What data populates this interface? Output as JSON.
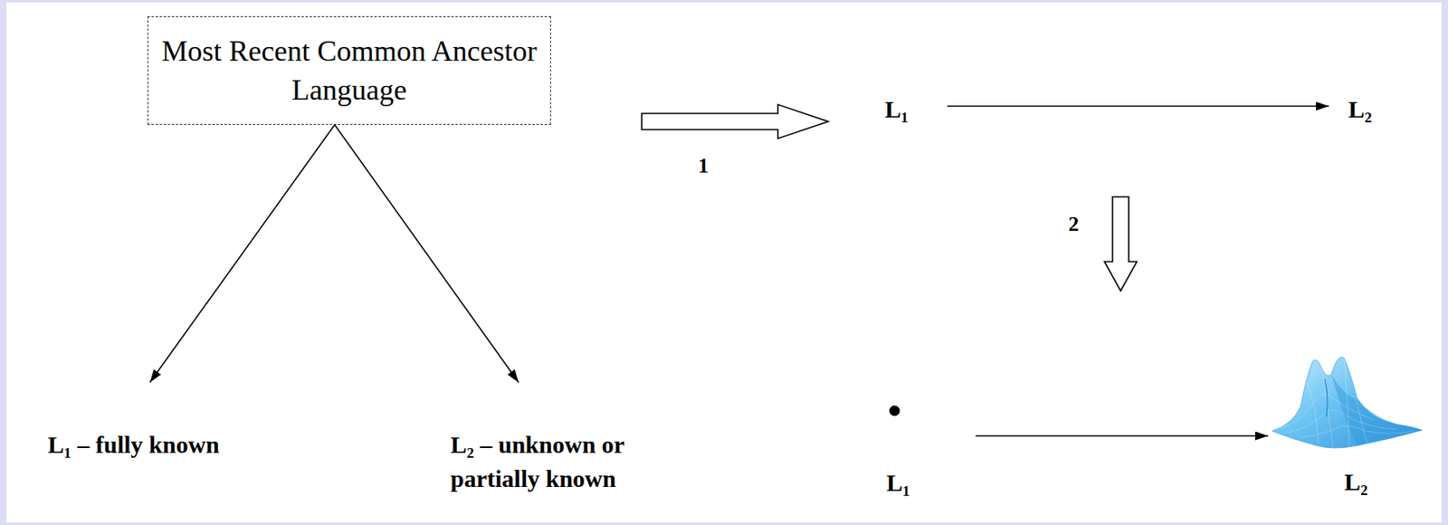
{
  "diagram": {
    "nodes": [
      {
        "text": [
          "Most Recent Common Ancestor Language"
        ]
      },
      {
        "text": [
          "L₁ – fully known"
        ]
      },
      {
        "text": [
          "L₂ – unknown or partially known"
        ]
      },
      {
        "text": [
          "L₁"
        ]
      },
      {
        "text": [
          "L₂"
        ]
      },
      {
        "text": [
          "L₁"
        ]
      },
      {
        "text": [
          "L₂"
        ]
      }
    ],
    "edges": [
      {
        "from": 0,
        "to": 1,
        "arrow": "to"
      },
      {
        "from": 0,
        "to": 2,
        "arrow": "to"
      },
      {
        "from": 3,
        "to": 4,
        "arrow": "to"
      },
      {
        "from": 5,
        "to": 6,
        "arrow": "to"
      }
    ],
    "labels": [
      "1",
      "2"
    ]
  }
}
